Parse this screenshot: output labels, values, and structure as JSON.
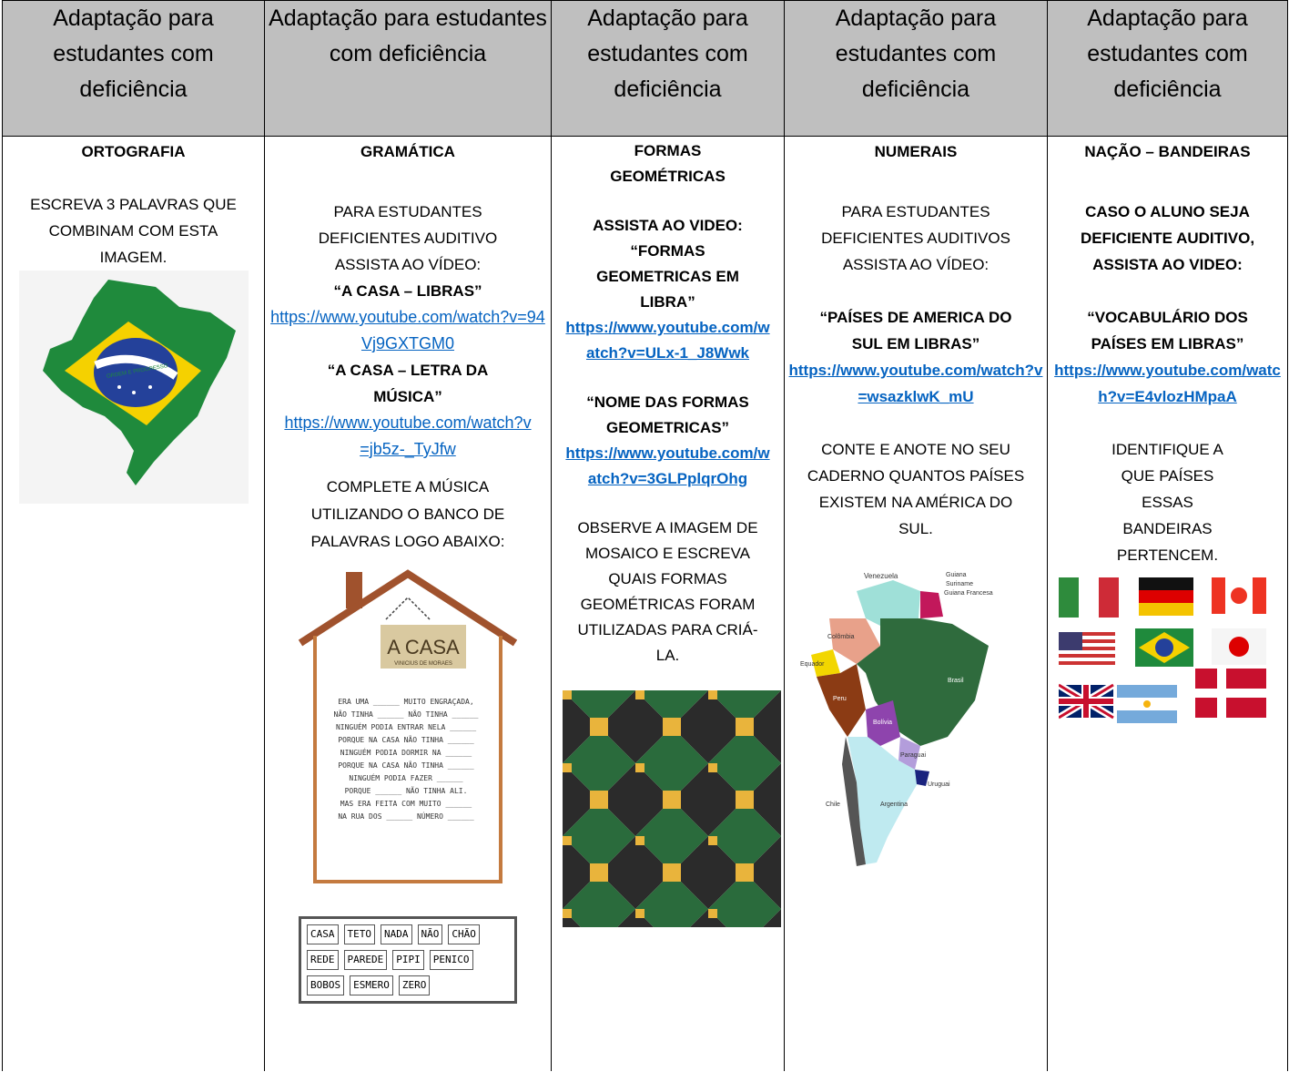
{
  "header": [
    "Adaptação para estudantes com deficiência",
    "Adaptação para estudantes com deficiência",
    "Adaptação para estudantes com deficiência",
    "Adaptação para estudantes com deficiência",
    "Adaptação para estudantes com deficiência"
  ],
  "col1": {
    "title": "ORTOGRAFIA",
    "instr": "ESCREVA 3 PALAVRAS QUE COMBINAM COM ESTA IMAGEM.",
    "map_label": "ORDEM E PROGRESSO"
  },
  "col2": {
    "title": "GRAMÁTICA",
    "intro": "PARA ESTUDANTES DEFICIENTES AUDITIVO ASSISTA AO VÍDEO:",
    "video1_title": "“A CASA – LIBRAS”",
    "video1_url": "https://www.youtube.com/watch?v=94Vj9GXTGM0",
    "video2_title": "“A CASA – LETRA DA MÚSICA”",
    "video2_url": "https://www.youtube.com/watch?v=jb5z-_TyJfw",
    "instr": "COMPLETE A MÚSICA UTILIZANDO O BANCO DE PALAVRAS LOGO ABAIXO:",
    "house_title": "A CASA",
    "house_subtitle": "VINICIUS DE MORAES",
    "lyrics": [
      "ERA UMA ______ MUITO ENGRAÇADA,",
      "NÃO TINHA ______ NÃO TINHA ______",
      "NINGUÉM PODIA ENTRAR NELA ______",
      "PORQUE NA CASA NÃO TINHA ______",
      "NINGUÉM PODIA DORMIR NA ______",
      "PORQUE NA CASA NÃO TINHA ______",
      "NINGUÉM PODIA FAZER ______",
      "PORQUE ______ NÃO TINHA ALI.",
      "MAS ERA FEITA COM MUITO ______",
      "NA RUA DOS ______ NÚMERO ______"
    ],
    "word_bank": [
      "CASA",
      "TETO",
      "NADA",
      "NÃO",
      "CHÃO",
      "REDE",
      "PAREDE",
      "PIPI",
      "PENICO",
      "BOBOS",
      "ESMERO",
      "ZERO"
    ]
  },
  "col3": {
    "title": "FORMAS GEOMÉTRICAS",
    "watch": "ASSISTA AO VIDEO: “FORMAS GEOMETRICAS EM LIBRA”",
    "url1": "https://www.youtube.com/watch?v=ULx-1_J8Wwk",
    "video2_title": "“NOME DAS FORMAS GEOMETRICAS”",
    "url2": "https://www.youtube.com/watch?v=3GLPplqrOhg",
    "instr": "OBSERVE A IMAGEM DE MOSAICO E ESCREVA QUAIS FORMAS GEOMÉTRICAS FORAM UTILIZADAS PARA CRIÁ-LA."
  },
  "col4": {
    "title": "NUMERAIS",
    "intro": "PARA ESTUDANTES DEFICIENTES AUDITIVOS ASSISTA AO VÍDEO:",
    "video_title": "“PAÍSES DE AMERICA DO SUL EM LIBRAS”",
    "url": "https://www.youtube.com/watch?v=wsazklwK_mU",
    "instr": "CONTE E ANOTE NO SEU CADERNO QUANTOS PAÍSES EXISTEM NA AMÉRICA DO SUL.",
    "map_labels": [
      "Venezuela",
      "Guiana",
      "Suriname",
      "Guiana Francesa",
      "Colômbia",
      "Equador",
      "Peru",
      "Brasil",
      "Bolívia",
      "Paraguai",
      "Chile",
      "Argentina",
      "Uruguai"
    ]
  },
  "col5": {
    "title": "NAÇÃO – BANDEIRAS",
    "intro": "CASO O ALUNO SEJA DEFICIENTE AUDITIVO, ASSISTA AO VIDEO:",
    "video_title": "“VOCABULÁRIO DOS PAÍSES EM LIBRAS”",
    "url": "https://www.youtube.com/watch?v=E4vlozHMpaA",
    "instr": "IDENTIFIQUE A QUE PAÍSES ESSAS BANDEIRAS PERTENCEM."
  },
  "colors": {
    "header_bg": "#bfbfbf",
    "link": "#0563c1"
  }
}
